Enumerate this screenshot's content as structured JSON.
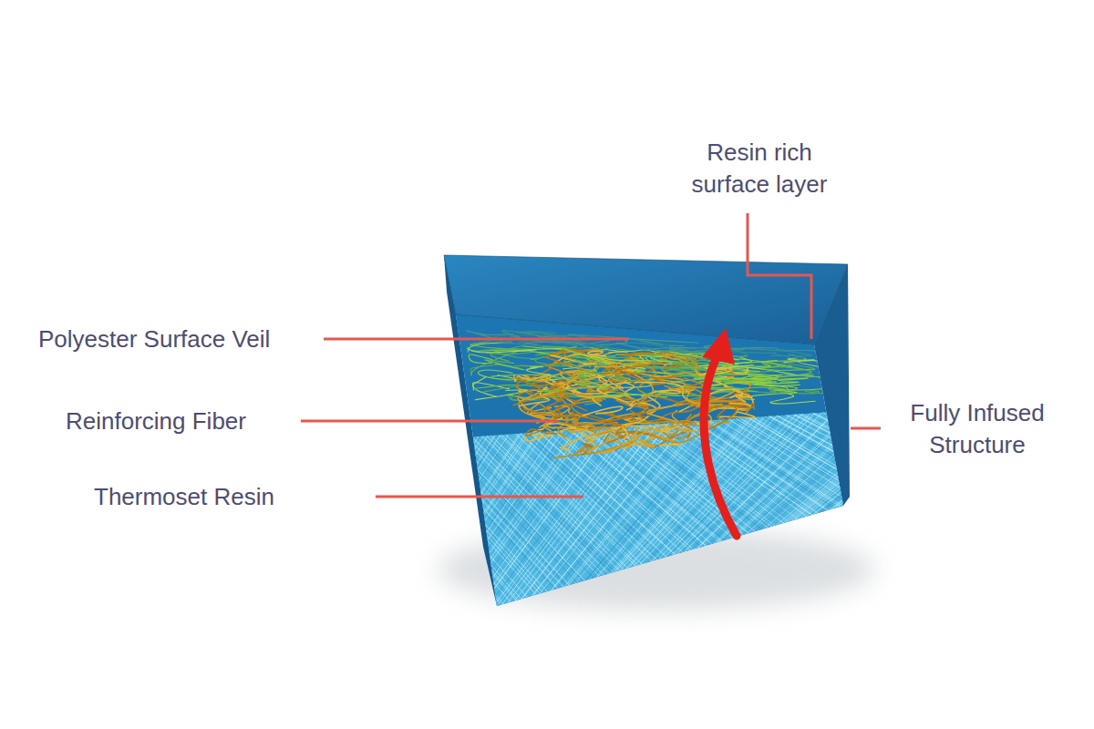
{
  "diagram": {
    "labels": [
      "Resin rich surface layer",
      "Polyester Surface Veil",
      "Reinforcing Fiber",
      "Thermoset Resin",
      "Fully Infused Structure"
    ]
  }
}
